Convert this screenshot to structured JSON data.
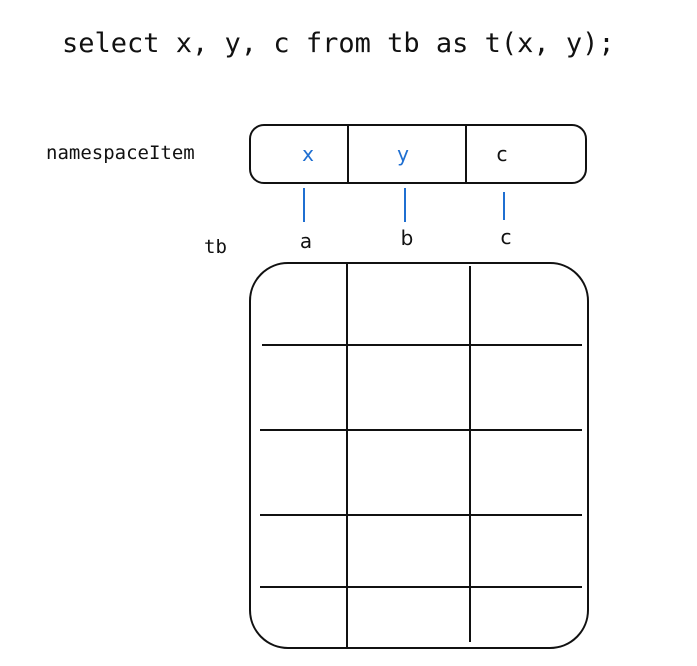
{
  "query": "select x, y, c from tb as t(x, y);",
  "namespace": {
    "label": "namespaceItem",
    "cells": [
      {
        "text": "x",
        "color": "#1f6fd1"
      },
      {
        "text": "y",
        "color": "#1f6fd1"
      },
      {
        "text": "c",
        "color": "#111111"
      }
    ]
  },
  "mapping": [
    "a",
    "b",
    "c"
  ],
  "table": {
    "name": "tb",
    "rows": 5,
    "cols": 3
  },
  "colors": {
    "ink": "#111111",
    "link": "#1f6fd1"
  }
}
